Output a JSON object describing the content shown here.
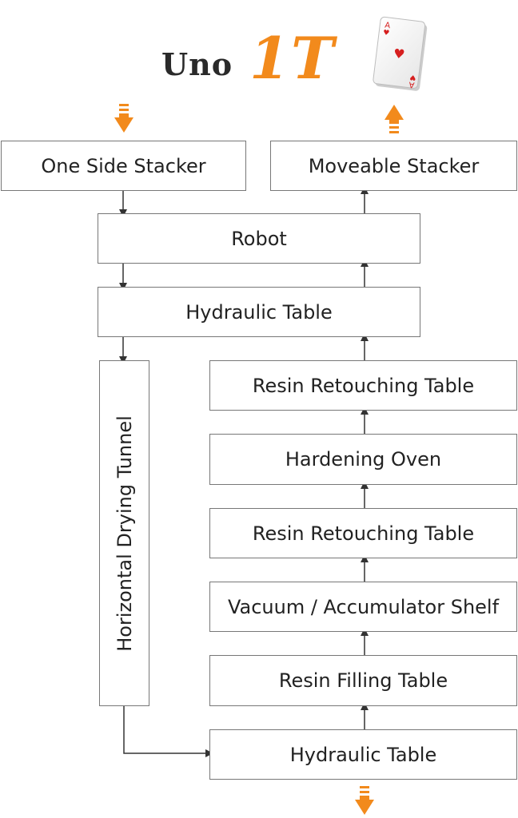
{
  "title": {
    "prefix": "Uno",
    "model": "1T"
  },
  "card": {
    "rank": "A",
    "suit": "hearts"
  },
  "colors": {
    "accent": "#f28a1c",
    "line": "#333333",
    "border": "#777777"
  },
  "nodes": {
    "one_side_stacker": "One Side Stacker",
    "moveable_stacker": "Moveable Stacker",
    "robot": "Robot",
    "hydraulic_table_top": "Hydraulic Table",
    "horizontal_drying_tunnel": "Horizontal Drying Tunnel",
    "resin_retouching_table_1": "Resin Retouching Table",
    "hardening_oven": "Hardening Oven",
    "resin_retouching_table_2": "Resin Retouching Table",
    "vacuum_accumulator_shelf": "Vacuum / Accumulator Shelf",
    "resin_filling_table": "Resin Filling Table",
    "hydraulic_table_bottom": "Hydraulic Table"
  },
  "flow": [
    "input -> One Side Stacker",
    "One Side Stacker -> Robot",
    "Robot -> Hydraulic Table",
    "Hydraulic Table -> Horizontal Drying Tunnel",
    "Horizontal Drying Tunnel -> Hydraulic Table (bottom)",
    "Hydraulic Table (bottom) -> Resin Filling Table",
    "Resin Filling Table -> Vacuum / Accumulator Shelf",
    "Vacuum / Accumulator Shelf -> Resin Retouching Table",
    "Resin Retouching Table -> Hardening Oven",
    "Hardening Oven -> Resin Retouching Table",
    "Resin Retouching Table -> Hydraulic Table",
    "Hydraulic Table -> Robot",
    "Robot -> Moveable Stacker",
    "Moveable Stacker -> output"
  ]
}
